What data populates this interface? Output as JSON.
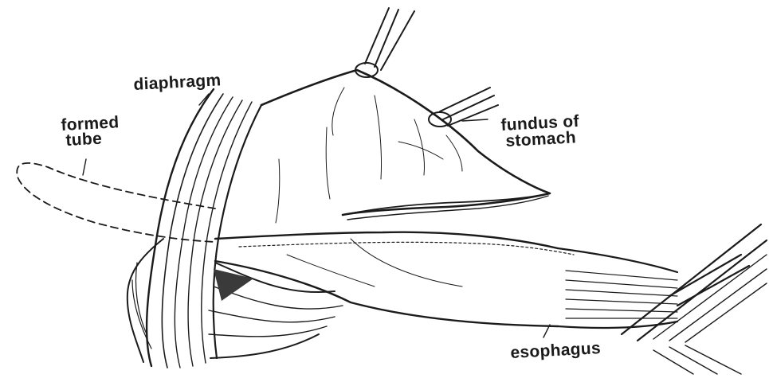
{
  "labels": {
    "diaphragm": "diaphragm",
    "formed_tube_line1": "formed",
    "formed_tube_line2": "tube",
    "fundus_line1": "fundus of",
    "fundus_line2": "stomach",
    "esophagus": "esophagus"
  },
  "colors": {
    "ink": "#1b1b1b",
    "background": "#ffffff",
    "shadow": "#3a3a3a"
  }
}
